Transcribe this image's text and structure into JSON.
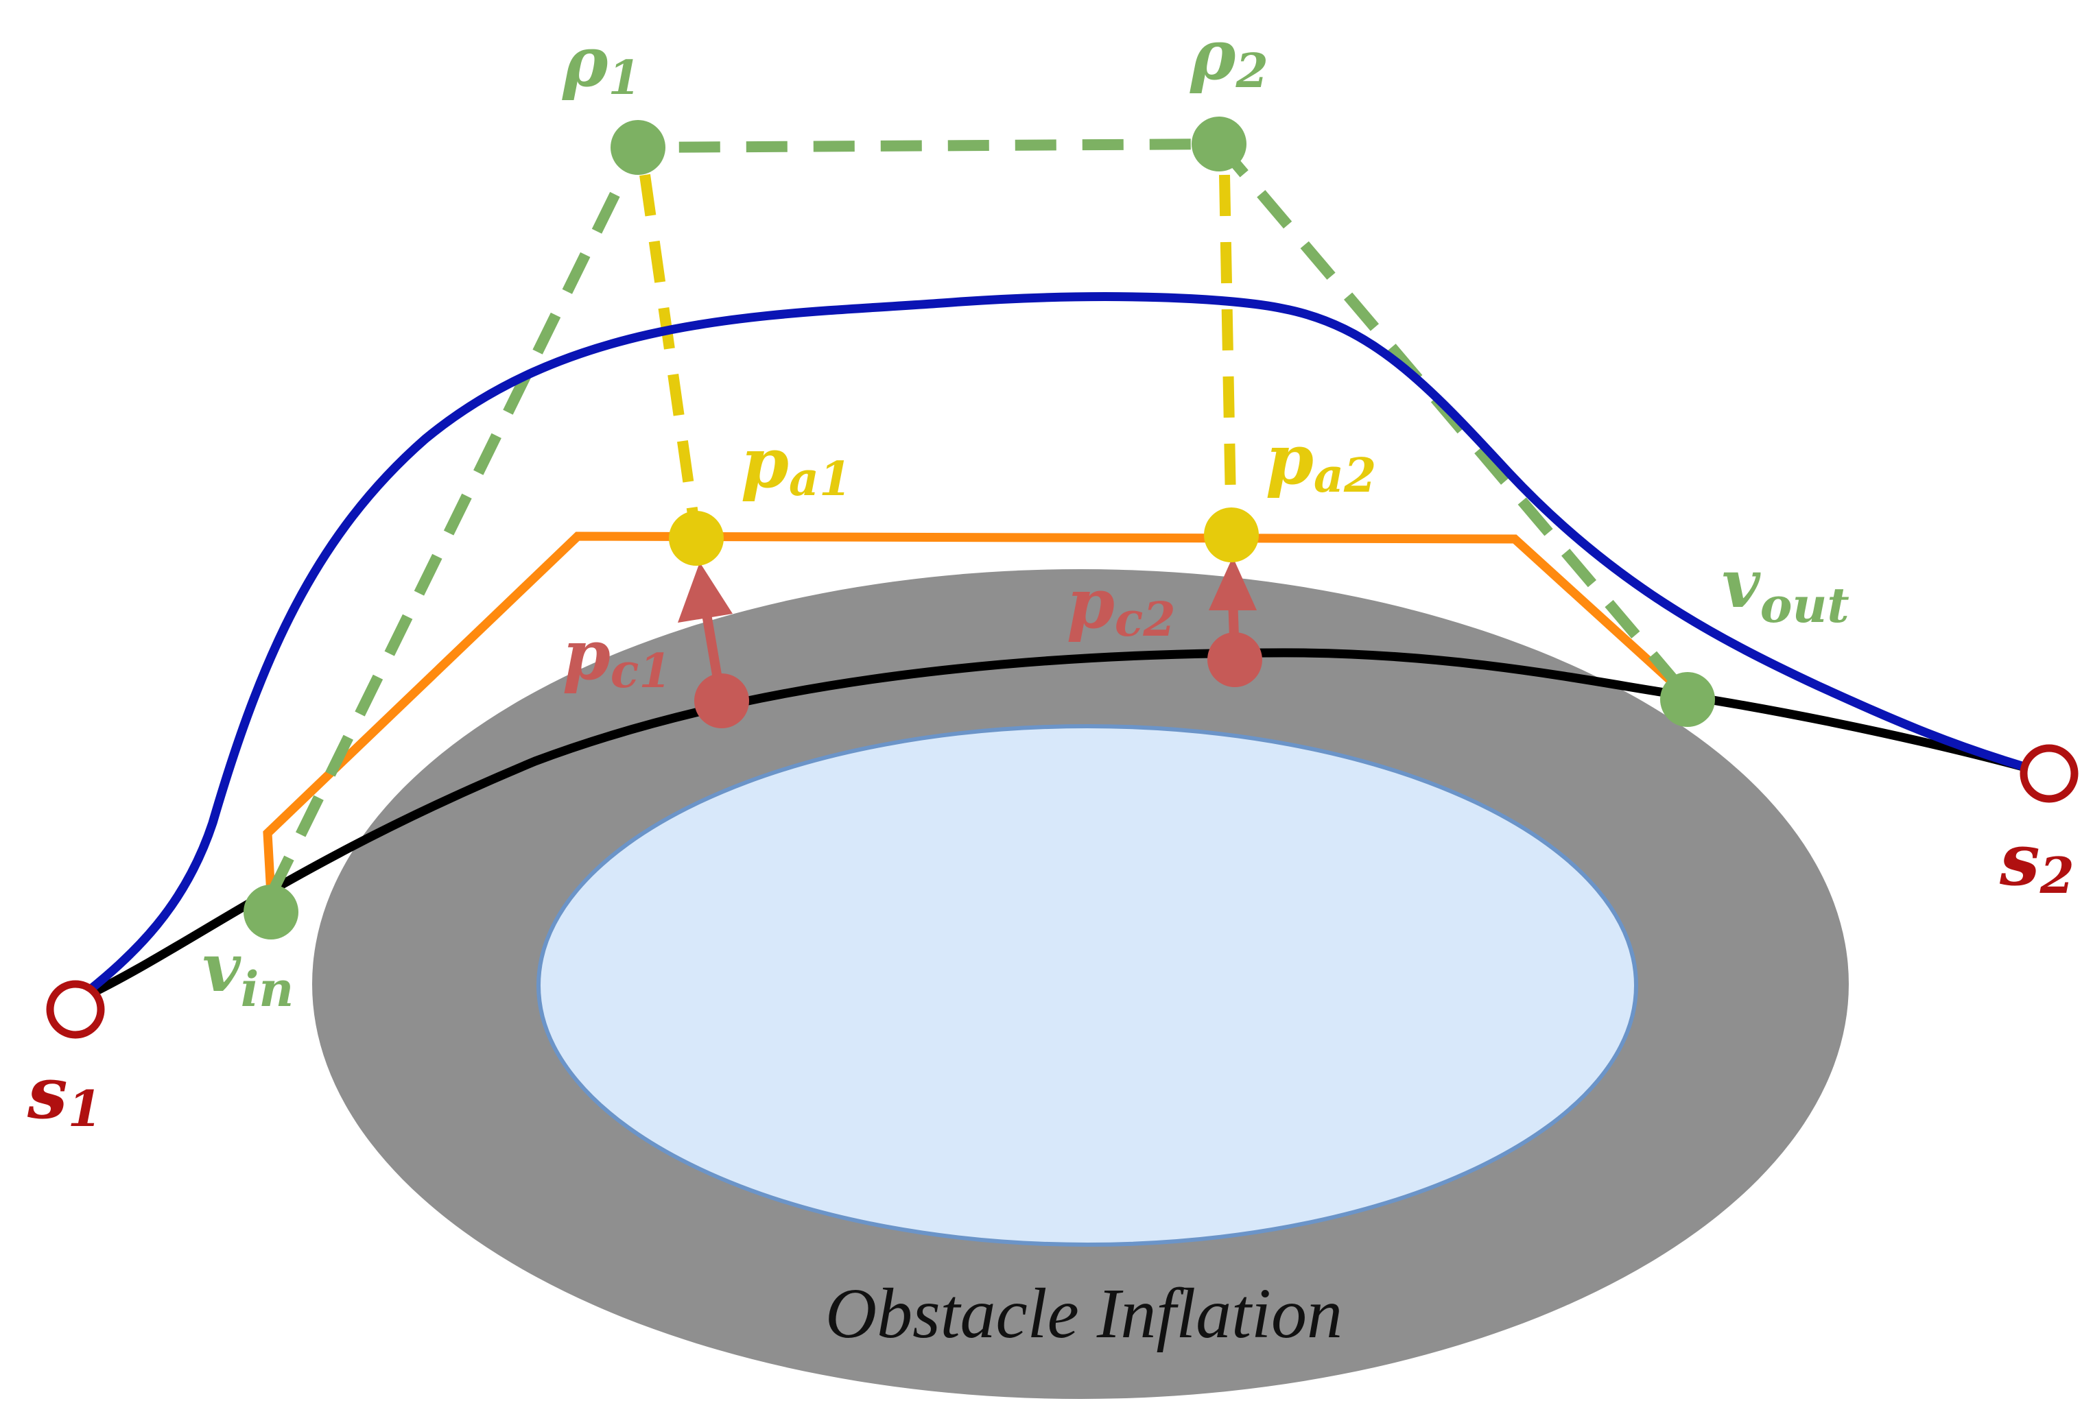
{
  "colors": {
    "background": "#ffffff",
    "inflation": "#8f8f8f",
    "obstacle_fill": "#d8e8fa",
    "obstacle_edge": "#6b94c8",
    "reference_path": "#000000",
    "optimized_path": "#0a14b4",
    "guide_path": "#ff8a0f",
    "control_polygon": "#7db163",
    "anchor": "#e6cb0c",
    "collision": "#c65a57",
    "endpoint": "#b01010"
  },
  "labels": {
    "s1": {
      "base": "s",
      "sub": "1"
    },
    "s2": {
      "base": "s",
      "sub": "2"
    },
    "v_in": {
      "base": "v",
      "sub": "in"
    },
    "v_out": {
      "base": "v",
      "sub": "out"
    },
    "rho1": {
      "base": "ρ",
      "sub": "1"
    },
    "rho2": {
      "base": "ρ",
      "sub": "2"
    },
    "pa1": {
      "base": "p",
      "sub": "a1"
    },
    "pa2": {
      "base": "p",
      "sub": "a2"
    },
    "pc1": {
      "base": "p",
      "sub": "c1"
    },
    "pc2": {
      "base": "p",
      "sub": "c2"
    }
  },
  "caption": "Obstacle Inflation"
}
